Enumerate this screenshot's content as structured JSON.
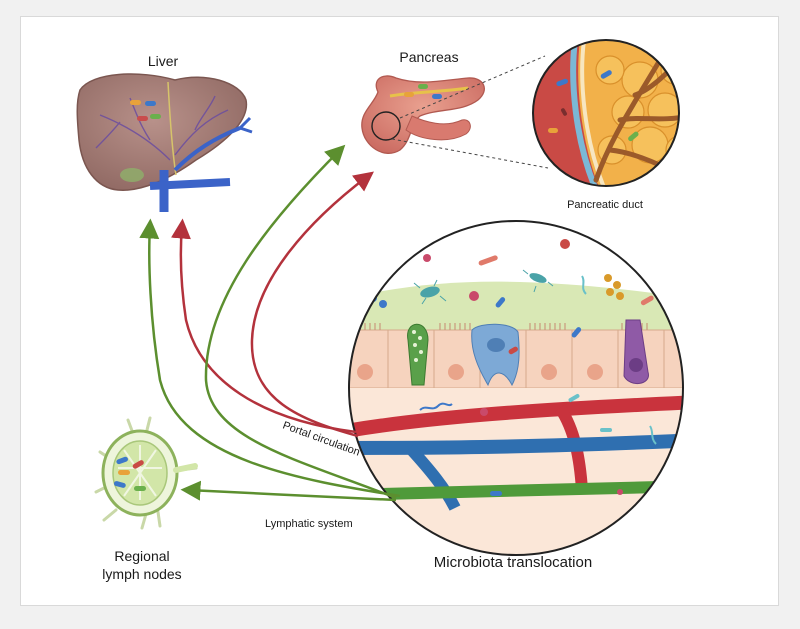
{
  "labels": {
    "liver": "Liver",
    "pancreas": "Pancreas",
    "pancreatic_duct": "Pancreatic duct",
    "portal_circulation": "Portal circulation",
    "lymphatic_system": "Lymphatic system",
    "lymph_nodes_line1": "Regional",
    "lymph_nodes_line2": "lymph nodes",
    "microbiota": "Microbiota translocation"
  },
  "colors": {
    "portal_arrow": "#b3323c",
    "lymphatic_arrow": "#5c8f2f",
    "liver": "#a9807a",
    "pancreas": "#d9847a",
    "artery": "#c9333d",
    "vein": "#2f6fb0",
    "lymph_vessel": "#4f9a3a",
    "mucus": "#d9e8b5",
    "epithelium": "#f6d3be"
  }
}
